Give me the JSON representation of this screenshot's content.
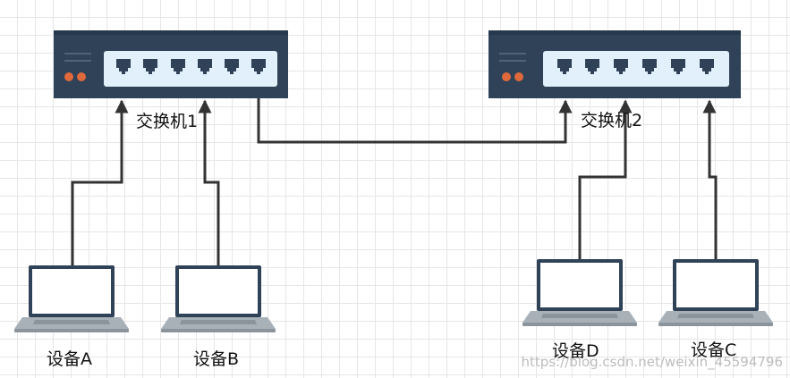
{
  "diagram": {
    "switches": [
      {
        "label": "交换机1",
        "ports": 6
      },
      {
        "label": "交换机2",
        "ports": 6
      }
    ],
    "devices": [
      {
        "label": "设备A"
      },
      {
        "label": "设备B"
      },
      {
        "label": "设备D"
      },
      {
        "label": "设备C"
      }
    ],
    "watermark": "https://blog.csdn.net/weixin_45594796"
  },
  "colors": {
    "switch_body": "#2f4258",
    "switch_panel": "#e1f0fa",
    "port": "#2f4258",
    "led": "#e0693b",
    "connector": "#333333",
    "laptop_frame": "#2f4258",
    "laptop_base": "#a8b0b8",
    "grid": "#e6e6e6"
  },
  "icons": {
    "switch": "network-switch-icon",
    "laptop": "laptop-icon"
  }
}
